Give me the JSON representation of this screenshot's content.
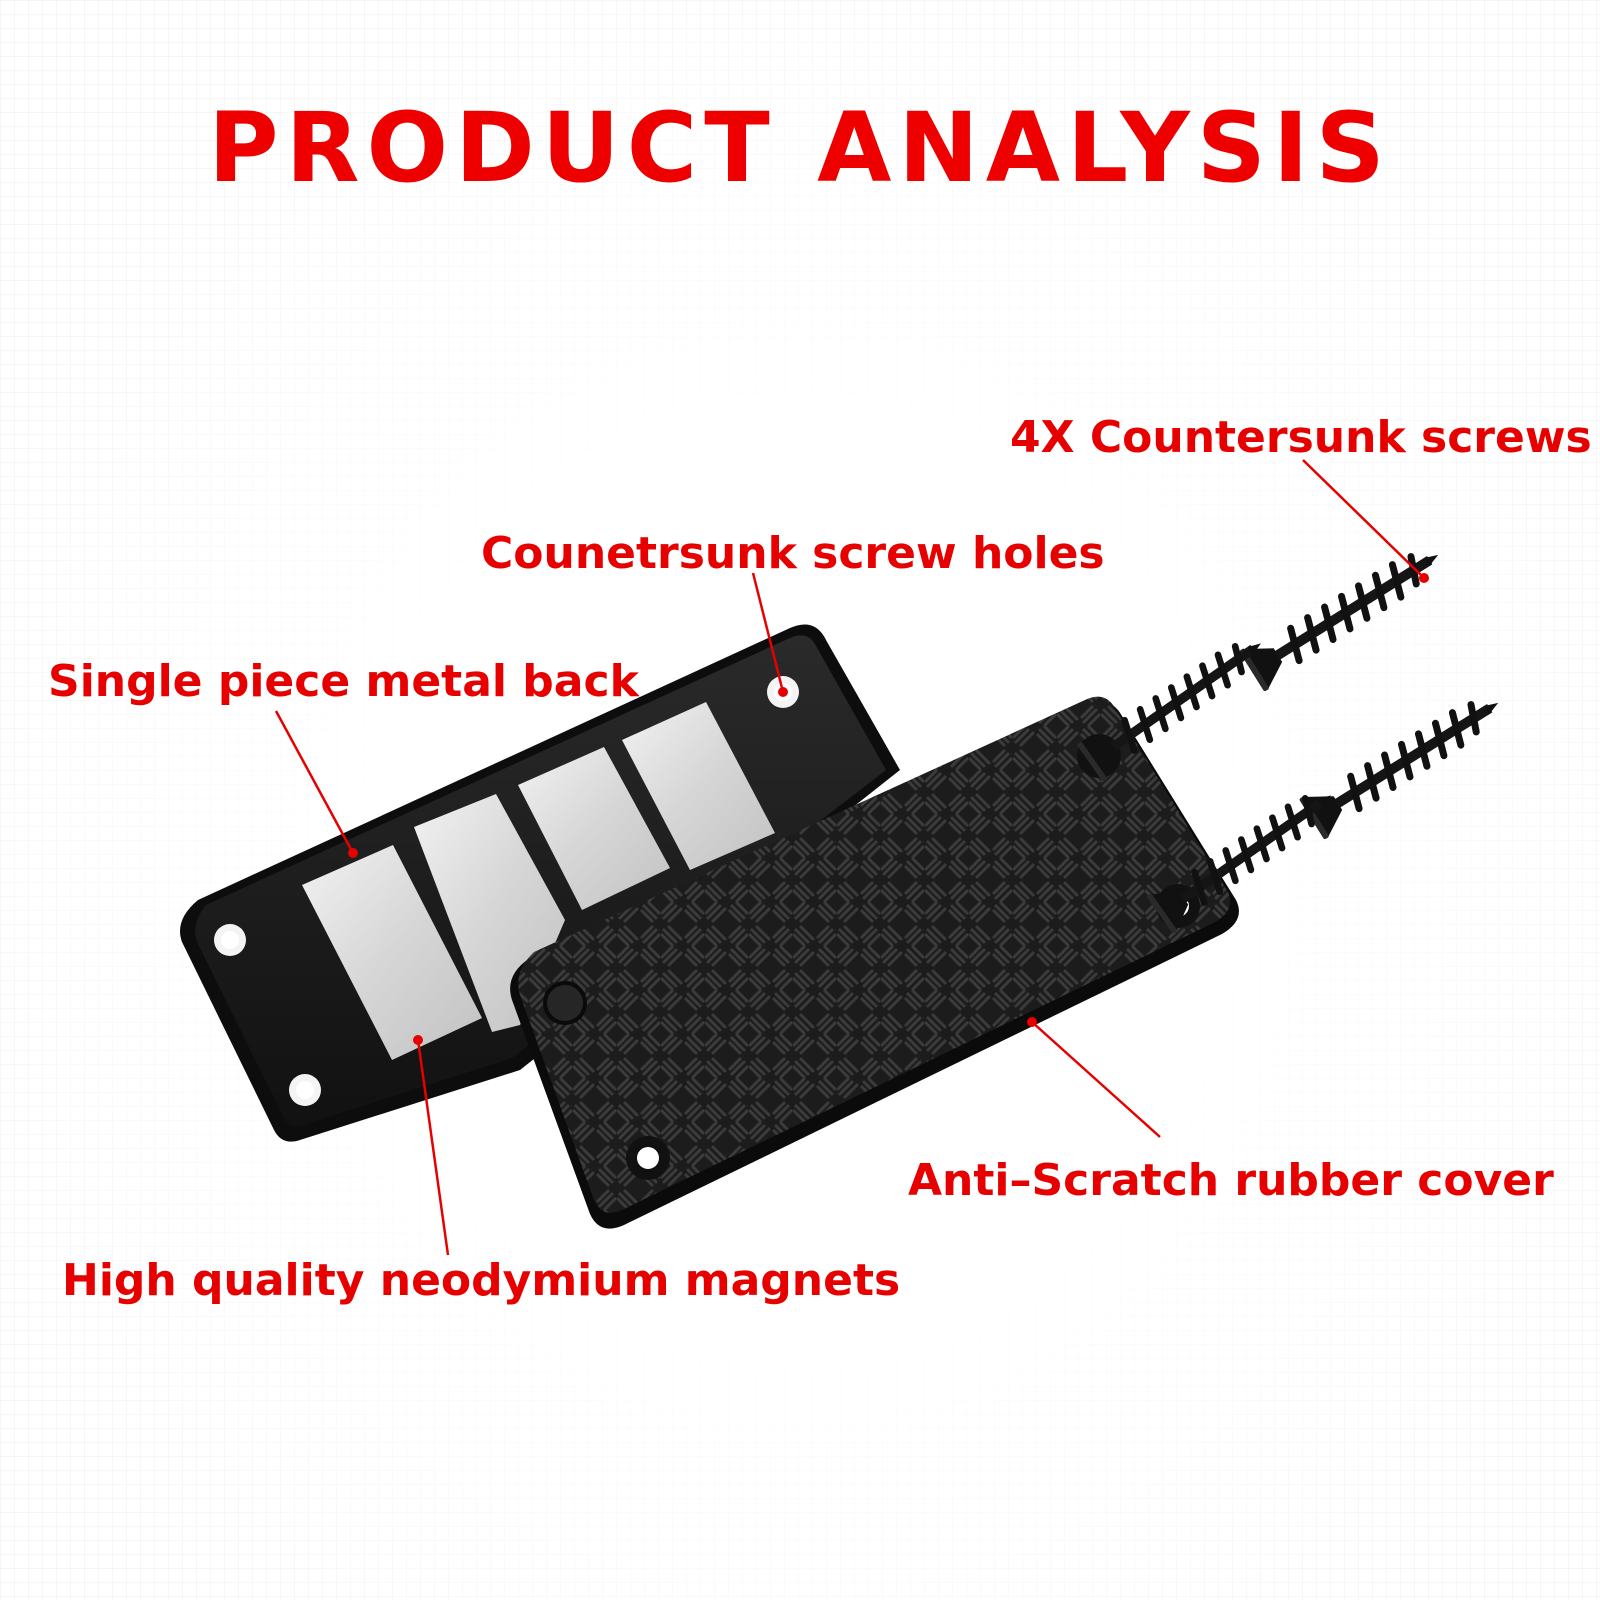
{
  "title": "PRODUCT ANALYSIS",
  "callouts": {
    "screws": "4X Countersunk screws",
    "screw_holes": "Counetrsunk screw holes",
    "metal_back": "Single piece metal back",
    "rubber_cover": "Anti–Scratch rubber cover",
    "magnets": "High quality neodymium magnets"
  },
  "colors": {
    "accent": "#e60000",
    "product": "#1a1a1a",
    "magnet": "#d8d8d8"
  }
}
